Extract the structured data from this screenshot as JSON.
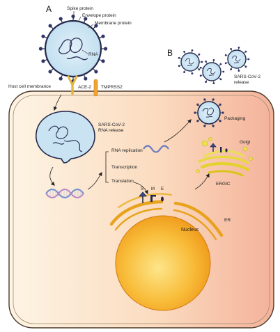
{
  "panels": {
    "a": "A",
    "b": "B"
  },
  "virion": {
    "spike": "Spike protein",
    "envelope": "Envelope protein",
    "membrane": "Membrane protein",
    "rna": "RNA"
  },
  "receptors": {
    "host_membrane": "Host cell membrance",
    "ace2": "ACE-2",
    "tmprss2": "TMPRSS2"
  },
  "cell": {
    "release_line1": "SARS-CoV-2",
    "release_line2": "RNA release",
    "rna_replication": "RNA replication",
    "transcription": "Transcription",
    "translation": "Translation",
    "protein_s": "S",
    "protein_m": "M",
    "protein_e": "E",
    "nucleus": "Nucleus",
    "er": "ER",
    "ergic": "ERGIC",
    "golgi": "Golgi",
    "packaging": "Packaging"
  },
  "release": {
    "line1": "SARS-CoV-2",
    "line2": "release"
  },
  "colors": {
    "cell_fill_left": "#fdf2e0",
    "cell_fill_right": "#f6b79a",
    "virion_fill": "#c9e3f2",
    "spike": "#23284a",
    "nucleus": "#f4a21f",
    "er": "#e8a21c",
    "golgi": "#e2d22a",
    "ace2": "#e5b53a",
    "tmprss2": "#f0a532",
    "dna_blue": "#6f8fd0",
    "dna_purple": "#b889c8"
  }
}
